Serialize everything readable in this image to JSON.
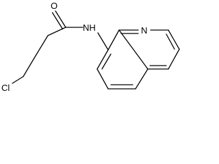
{
  "molecule": {
    "atoms": {
      "oxygen": "O",
      "amide_nitrogen": "NH",
      "ring_nitrogen": "N",
      "chlorine": "Cl"
    },
    "colors": {
      "bond": "#000000",
      "label": "#000000",
      "background": "#ffffff"
    }
  }
}
